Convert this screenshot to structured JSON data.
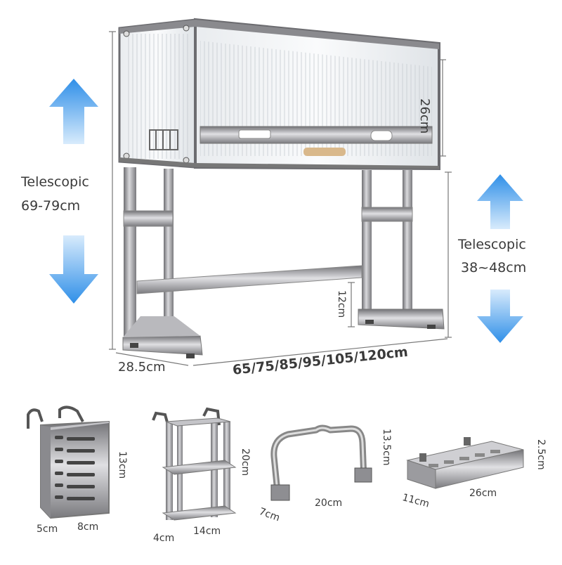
{
  "product": {
    "left_telescopic": {
      "title": "Telescopic",
      "range": "69-79cm"
    },
    "right_telescopic": {
      "title": "Telescopic",
      "range": "38~48cm"
    },
    "top_height": "26cm",
    "gap_height": "12cm",
    "depth": "28.5cm",
    "widths": "65/75/85/95/105/120cm"
  },
  "accessories": {
    "utensil_holder": {
      "height": "13cm",
      "depth": "5cm",
      "width": "8cm"
    },
    "rack": {
      "height": "20cm",
      "depth": "4cm",
      "width": "14cm"
    },
    "hook": {
      "height": "13.5cm",
      "depth": "7cm",
      "width": "20cm"
    },
    "tray": {
      "height": "2.5cm",
      "depth": "11cm",
      "width": "26cm"
    }
  },
  "colors": {
    "arrow_top": "#2f8fe8",
    "arrow_bottom": "#cfe6fb",
    "steel": "#8e8e92",
    "steel_dark": "#5c5c60"
  }
}
